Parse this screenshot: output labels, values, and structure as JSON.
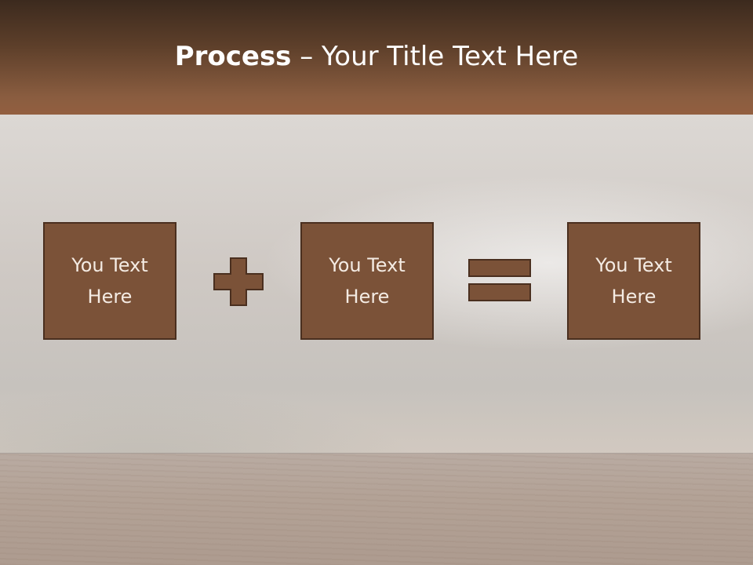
{
  "slide": {
    "title_bold": "Process",
    "title_rest": " – Your Title Text Here",
    "boxes": [
      {
        "text": "You Text Here"
      },
      {
        "text": "You Text Here"
      },
      {
        "text": "You Text Here"
      }
    ],
    "operators": [
      "plus-icon",
      "equals-icon"
    ]
  },
  "colors": {
    "header": "#5d3f2a",
    "box_fill": "#7b5238",
    "box_border": "#4a2f1f",
    "box_text": "#f4ebe3",
    "title_text": "#ffffff"
  }
}
